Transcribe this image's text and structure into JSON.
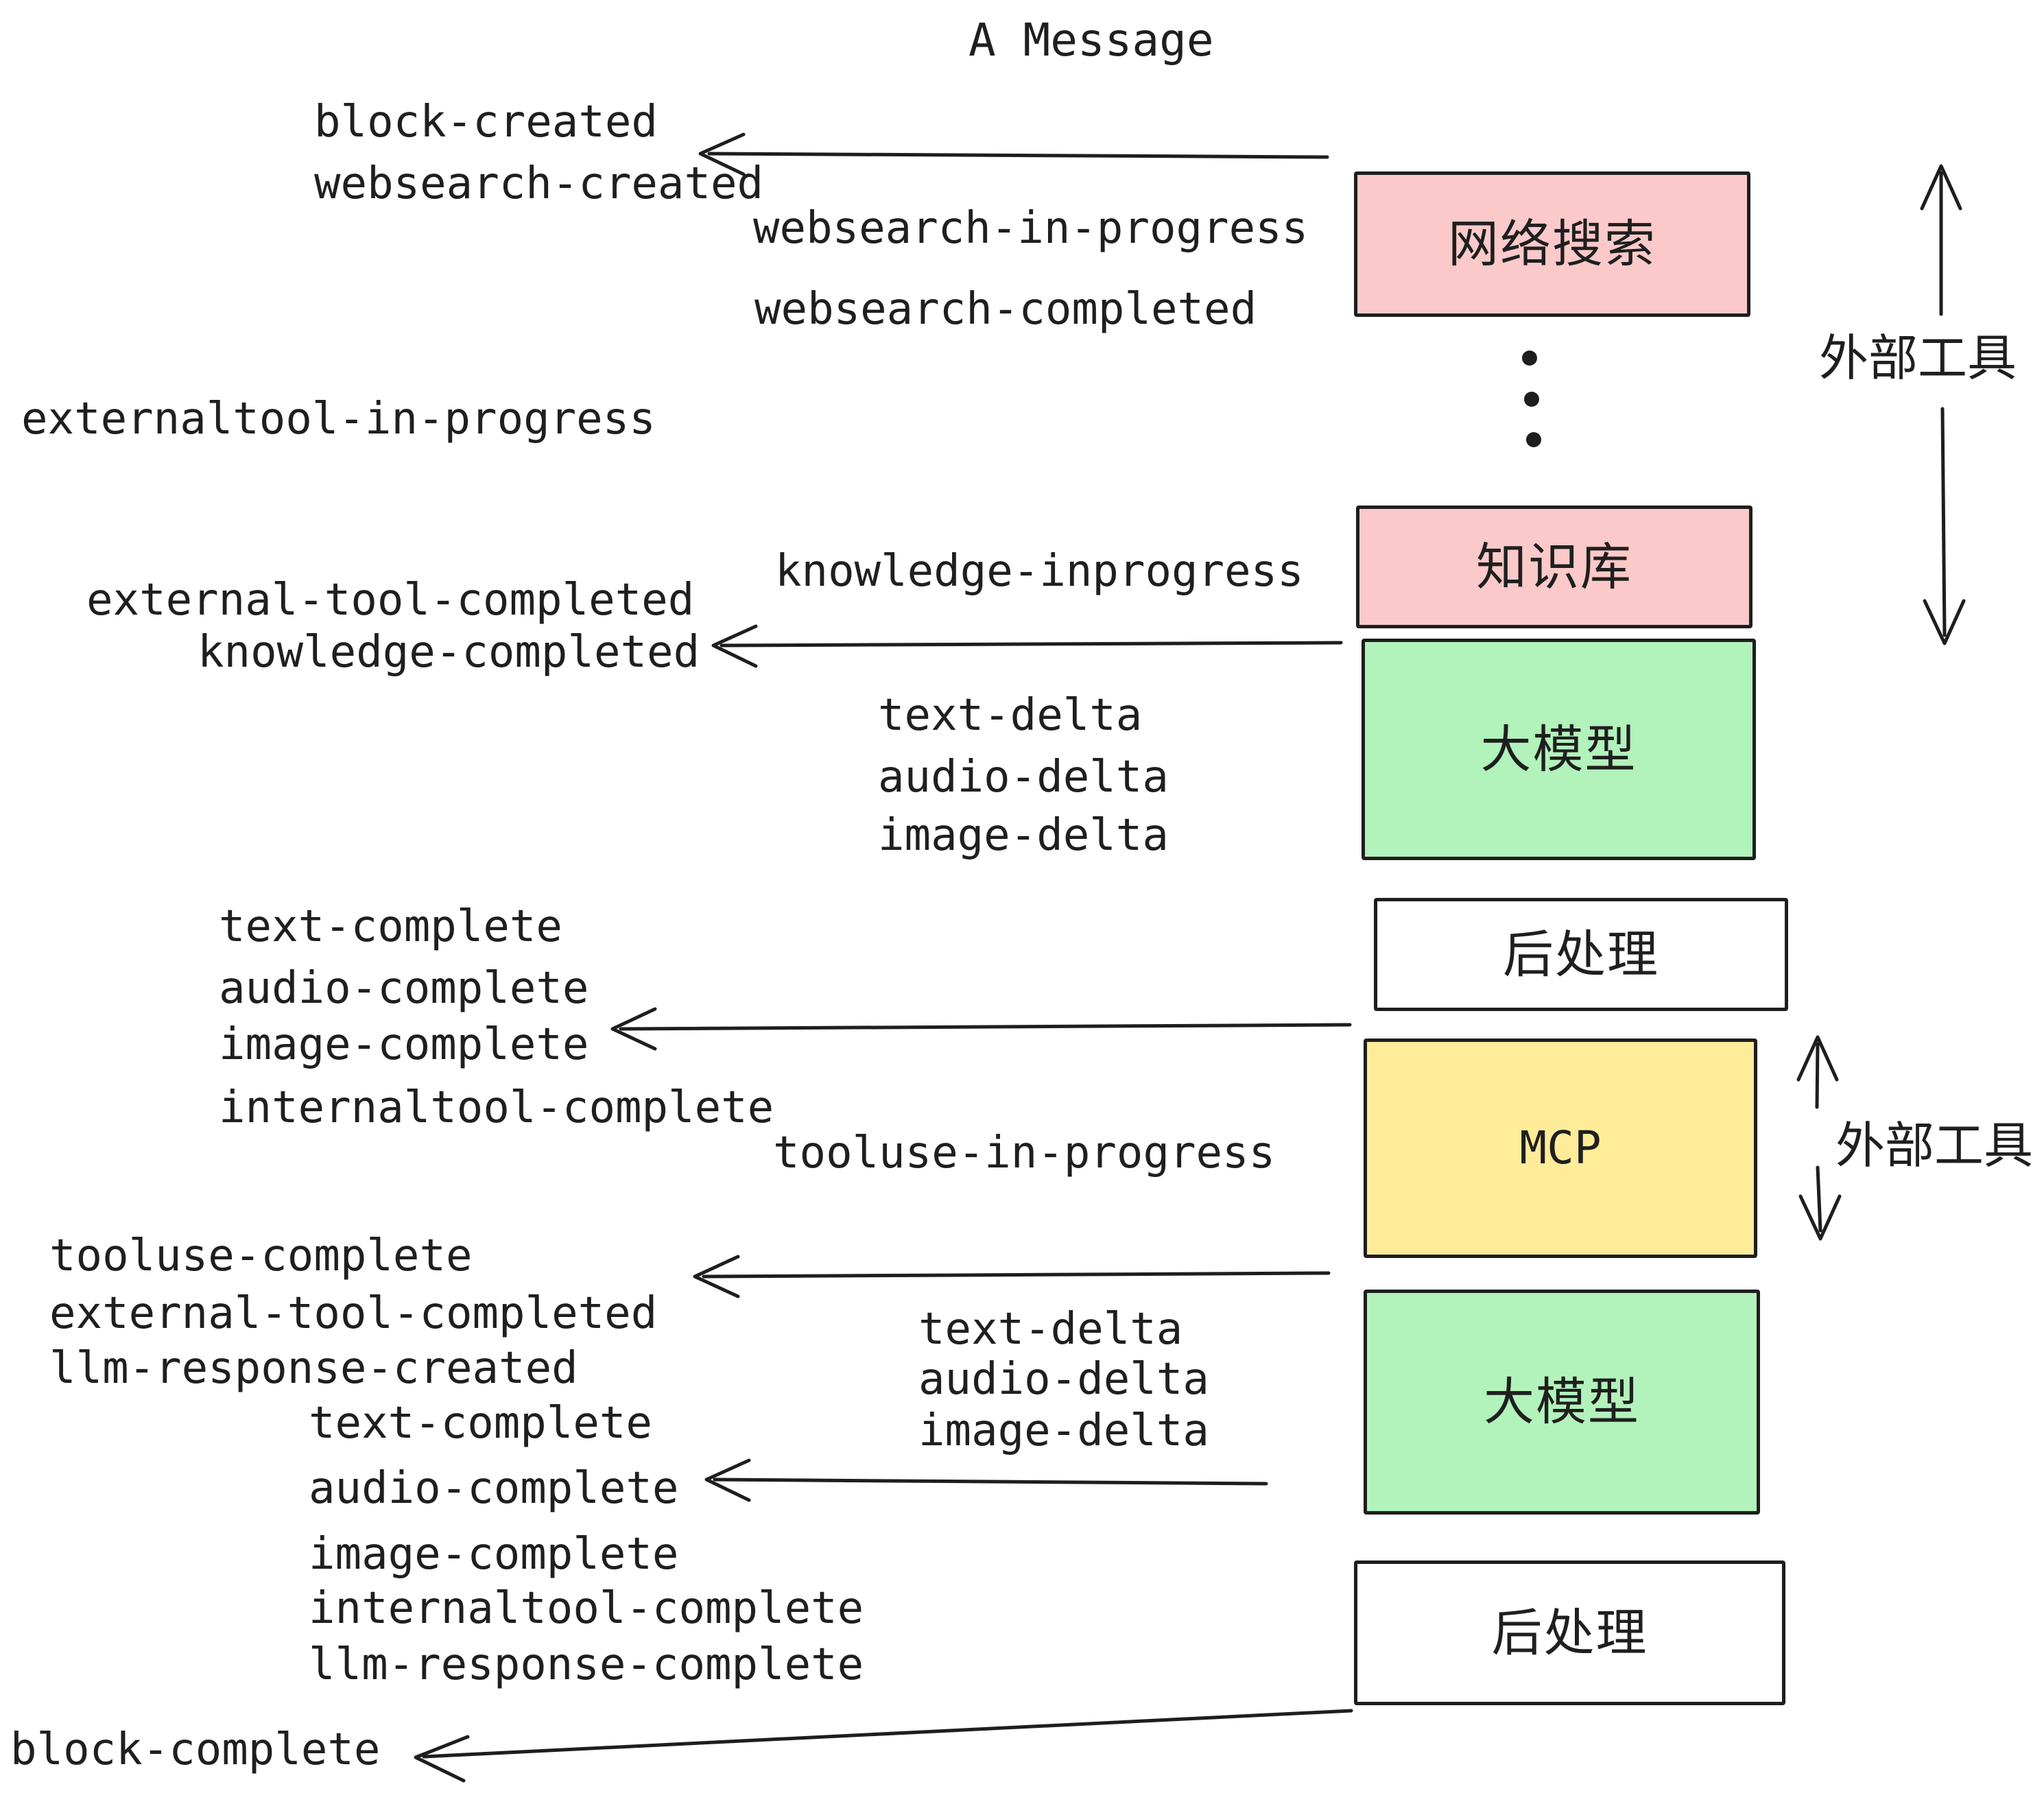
{
  "title": "A Message",
  "colors": {
    "box_pink": "#fbc9c9",
    "box_green": "#b2f2bb",
    "box_yellow": "#ffec99",
    "box_white": "#ffffff",
    "stroke": "#1e1e1e",
    "text": "#1f1f1f"
  },
  "boxes": {
    "websearch": "网络搜索",
    "knowledge": "知识库",
    "llm_top": "大模型",
    "post_top": "后处理",
    "mcp": "MCP",
    "llm_bottom": "大模型",
    "post_bottom": "后处理"
  },
  "side_labels": {
    "external_tools_top": "外部工具",
    "external_tools_mcp": "外部工具"
  },
  "events": {
    "block_created": "block-created",
    "websearch_created": "websearch-created",
    "websearch_in_progress": "websearch-in-progress",
    "websearch_completed": "websearch-completed",
    "externaltool_in_progress": "externaltool-in-progress",
    "external_tool_completed": "external-tool-completed",
    "knowledge_completed": "knowledge-completed",
    "knowledge_inprogress": "knowledge-inprogress",
    "text_delta": "text-delta",
    "audio_delta": "audio-delta",
    "image_delta": "image-delta",
    "text_complete": "text-complete",
    "audio_complete": "audio-complete",
    "image_complete": "image-complete",
    "internaltool_complete": "internaltool-complete",
    "tooluse_in_progress": "tooluse-in-progress",
    "tooluse_complete": "tooluse-complete",
    "external_tool_completed_2": "external-tool-completed",
    "llm_response_created": "llm-response-created",
    "text_complete_2": "text-complete",
    "text_delta_2": "text-delta",
    "audio_delta_2": "audio-delta",
    "image_delta_2": "image-delta",
    "audio_complete_2": "audio-complete",
    "image_complete_2": "image-complete",
    "internaltool_complete_2": "internaltool-complete",
    "llm_response_complete": "llm-response-complete",
    "block_complete": "block-complete"
  }
}
